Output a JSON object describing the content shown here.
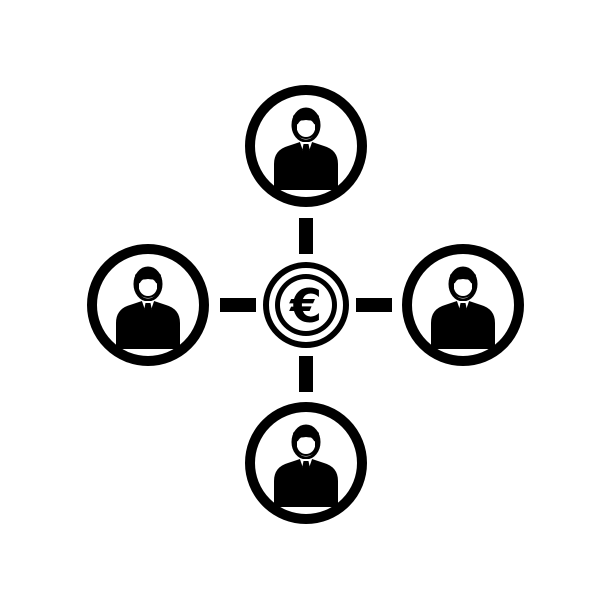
{
  "icon": {
    "name": "euro-business-network-icon",
    "center_symbol": "€",
    "person_nodes": [
      "top",
      "left",
      "right",
      "bottom"
    ]
  },
  "colors": {
    "foreground": "#000000",
    "background": "#ffffff"
  }
}
